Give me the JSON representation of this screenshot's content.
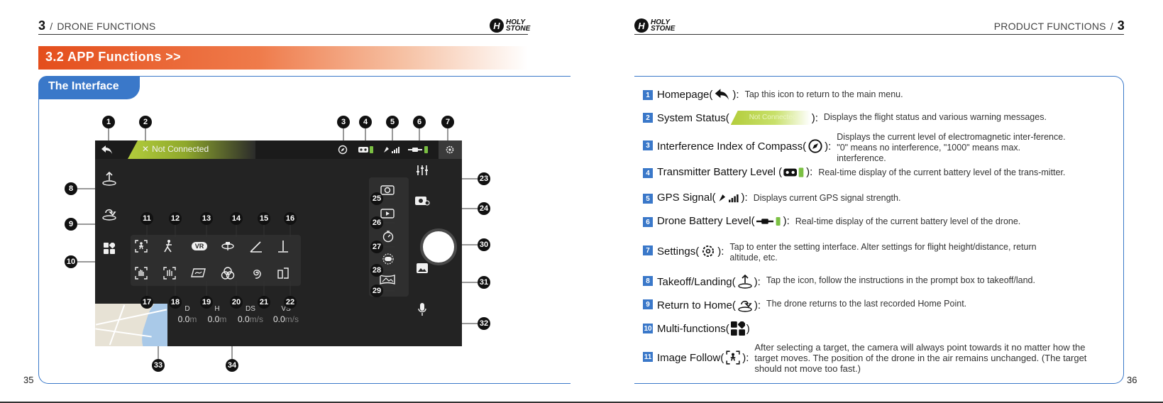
{
  "left_page": {
    "chapter_number": "3",
    "section_label": "DRONE FUNCTIONS",
    "page_number": "35",
    "logo_text": "HOLY STONE",
    "section_title": "3.2   APP Functions >>",
    "tab_label": "The Interface"
  },
  "right_page": {
    "section_label": "PRODUCT FUNCTIONS",
    "chapter_number": "3",
    "page_number": "36",
    "logo_text": "HOLY STONE"
  },
  "screen": {
    "status_text": "Not Connected",
    "telemetry": [
      {
        "key": "D",
        "value": "0.0",
        "unit": "m"
      },
      {
        "key": "H",
        "value": "0.0",
        "unit": "m"
      },
      {
        "key": "DS",
        "value": "0.0",
        "unit": "m/s"
      },
      {
        "key": "VS",
        "value": "0.0",
        "unit": "m/s"
      }
    ],
    "vr_label": "VR"
  },
  "callouts": [
    "1",
    "2",
    "3",
    "4",
    "5",
    "6",
    "7",
    "8",
    "9",
    "10",
    "11",
    "12",
    "13",
    "14",
    "15",
    "16",
    "17",
    "18",
    "19",
    "20",
    "21",
    "22",
    "23",
    "24",
    "25",
    "26",
    "27",
    "28",
    "29",
    "30",
    "31",
    "32",
    "33",
    "34"
  ],
  "items": [
    {
      "num": "1",
      "title": "Homepage(",
      "title_end": "):",
      "desc": "Tap this icon to return to the main menu."
    },
    {
      "num": "2",
      "title": "System Status(",
      "chip": "Not Connected",
      "title_end": "):",
      "desc": "Displays the flight status and various warning messages."
    },
    {
      "num": "3",
      "title": "Interference Index of Compass(",
      "title_end": "):",
      "desc": "Displays the current level of electromagnetic inter-ference. \"0\" means no interference, \"1000\" means max. interference."
    },
    {
      "num": "4",
      "title": "Transmitter Battery Level (",
      "title_end": "):",
      "desc": "Real-time display of the current battery level of the trans-mitter."
    },
    {
      "num": "5",
      "title": "GPS Signal(",
      "title_end": "):",
      "desc": "Displays current GPS signal strength."
    },
    {
      "num": "6",
      "title": "Drone Battery Level(",
      "title_end": "):",
      "desc": "Real-time display of the current battery level of the drone."
    },
    {
      "num": "7",
      "title": "Settings(",
      "title_end": "):",
      "desc": "Tap to enter the setting interface. Alter settings for flight height/distance, return altitude, etc."
    },
    {
      "num": "8",
      "title": "Takeoff/Landing(",
      "title_end": "):",
      "desc": "Tap the icon, follow the instructions in the prompt box to takeoff/land."
    },
    {
      "num": "9",
      "title": "Return to Home(",
      "title_end": "):",
      "desc": "The drone returns to the last recorded Home Point."
    },
    {
      "num": "10",
      "title": "Multi-functions(",
      "title_end": ")",
      "desc": ""
    },
    {
      "num": "11",
      "title": "Image Follow(",
      "title_end": "):",
      "desc": "After selecting a target, the camera will always point towards it no matter how the target moves. The position of the drone in the air remains unchanged. (The target should not move too fast.)"
    }
  ]
}
